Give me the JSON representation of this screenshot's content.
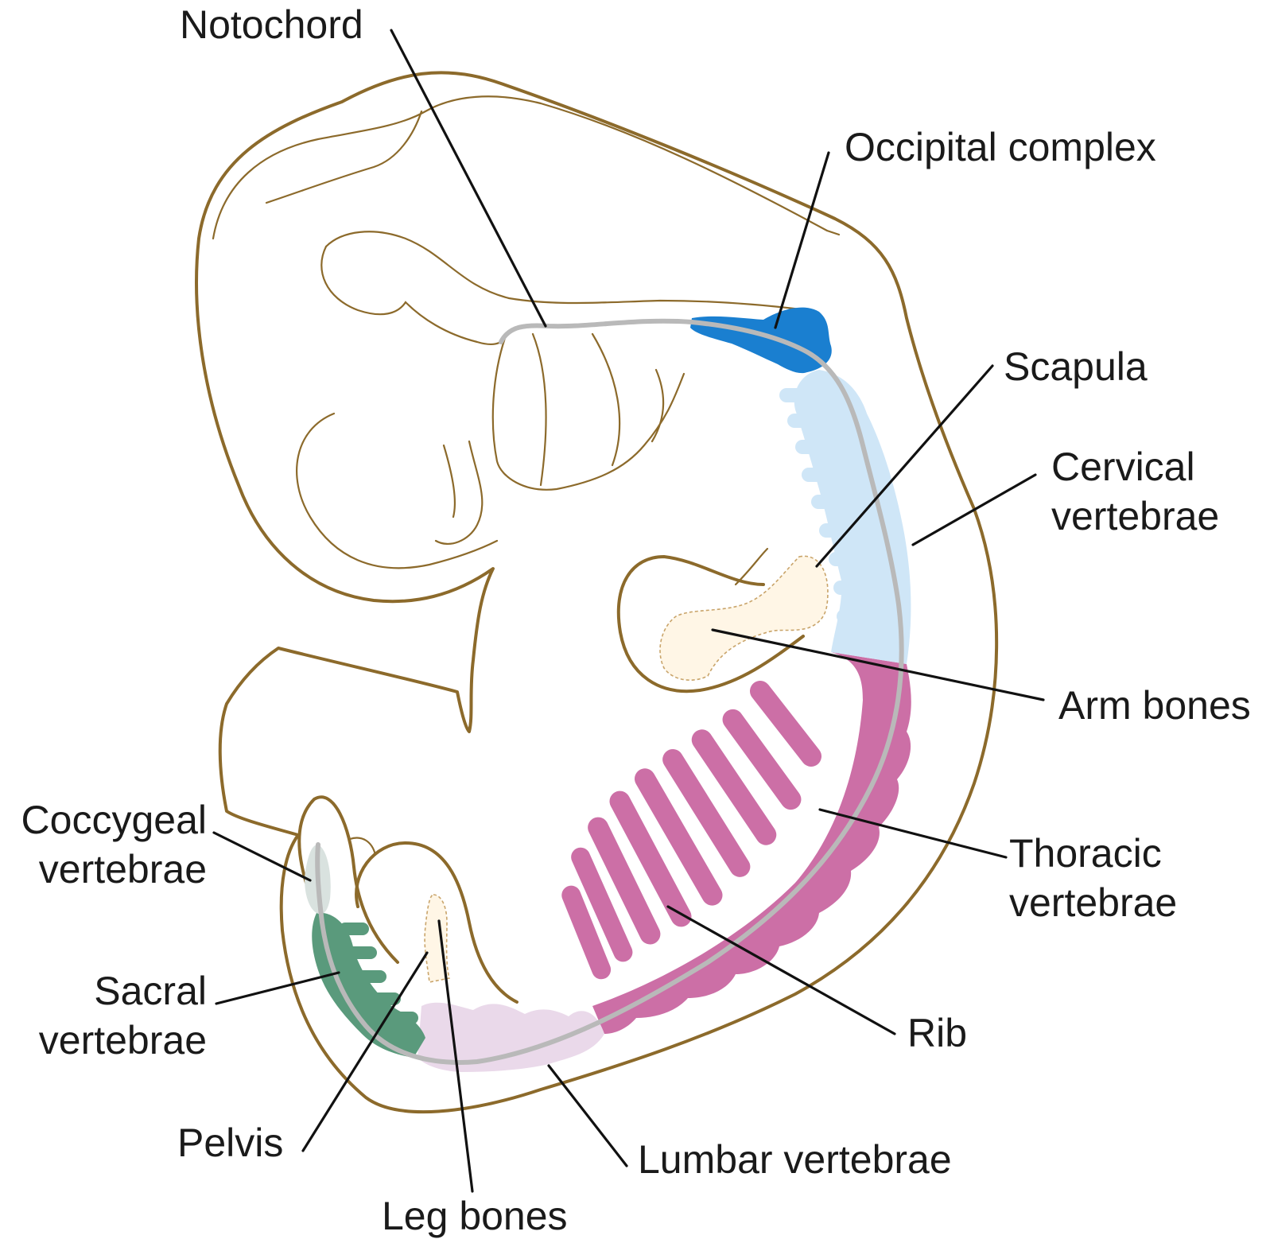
{
  "labels": {
    "notochord": "Notochord",
    "occipital_complex": "Occipital complex",
    "scapula": "Scapula",
    "cervical_line1": "Cervical",
    "cervical_line2": "vertebrae",
    "arm_bones": "Arm bones",
    "thoracic_line1": "Thoracic",
    "thoracic_line2": "vertebrae",
    "rib": "Rib",
    "lumbar": "Lumbar vertebrae",
    "leg_bones": "Leg bones",
    "pelvis": "Pelvis",
    "sacral_line1": "Sacral",
    "sacral_line2": "vertebrae",
    "coccygeal_line1": "Coccygeal",
    "coccygeal_line2": "vertebrae"
  },
  "colors": {
    "body_fill": "#fde6cc",
    "outline": "#8c6a2b",
    "notochord": "#b9b9b9",
    "occipital": "#1a7fd0",
    "cervical": "#cfe6f7",
    "thoracic": "#cc6fa6",
    "lumbar": "#ead9ea",
    "sacral": "#5a9a7c",
    "coccygeal": "#d9e2df",
    "limb_bone": "#fff6e6"
  }
}
